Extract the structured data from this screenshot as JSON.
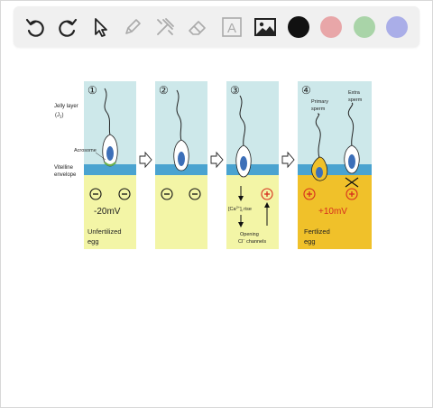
{
  "toolbar": {
    "tools": [
      {
        "name": "undo-icon"
      },
      {
        "name": "redo-icon"
      },
      {
        "name": "select-arrow-icon"
      },
      {
        "name": "pen-icon"
      },
      {
        "name": "tools-icon"
      },
      {
        "name": "eraser-icon"
      },
      {
        "name": "text-icon",
        "glyph": "A"
      },
      {
        "name": "image-icon"
      }
    ],
    "colors": [
      "#111111",
      "#e8a6a8",
      "#a9d4a8",
      "#aaaee8"
    ]
  },
  "figure": {
    "panel_numbers": [
      "①",
      "②",
      "③",
      "④"
    ],
    "labels": {
      "jelly_layer": "Jelly layer",
      "jelly_sub": "(J",
      "jelly_sub2": "1",
      "jelly_close": ")",
      "acrosome": "Acrosome",
      "vitelline1": "Vitelline",
      "vitelline2": "envelope",
      "primary1": "Primary",
      "primary2": "sperm",
      "extra1": "Extra",
      "extra2": "sperm"
    },
    "p1": {
      "voltage": "-20mV",
      "caption1": "Unfertilized",
      "caption2": "egg"
    },
    "p3": {
      "ca_pre": "[Ca",
      "ca_sup": "2+",
      "ca_post": "]",
      "ca_sub": "i",
      "ca_rise": " rise",
      "opening": "Opening",
      "cl_pre": "Cl",
      "cl_sup": "−",
      "cl_post": " channels"
    },
    "p4": {
      "voltage": "+10mV",
      "caption1": "Fertlized",
      "caption2": "egg"
    },
    "colors": {
      "jelly": "#cde8ea",
      "membrane": "#4aa3d0",
      "egg_unfert": "#f3f5a6",
      "egg_fert": "#f0c12a",
      "nucleus": "#3c6fb8",
      "acrosome": "#6ab04c",
      "red": "#d62d1e"
    }
  }
}
